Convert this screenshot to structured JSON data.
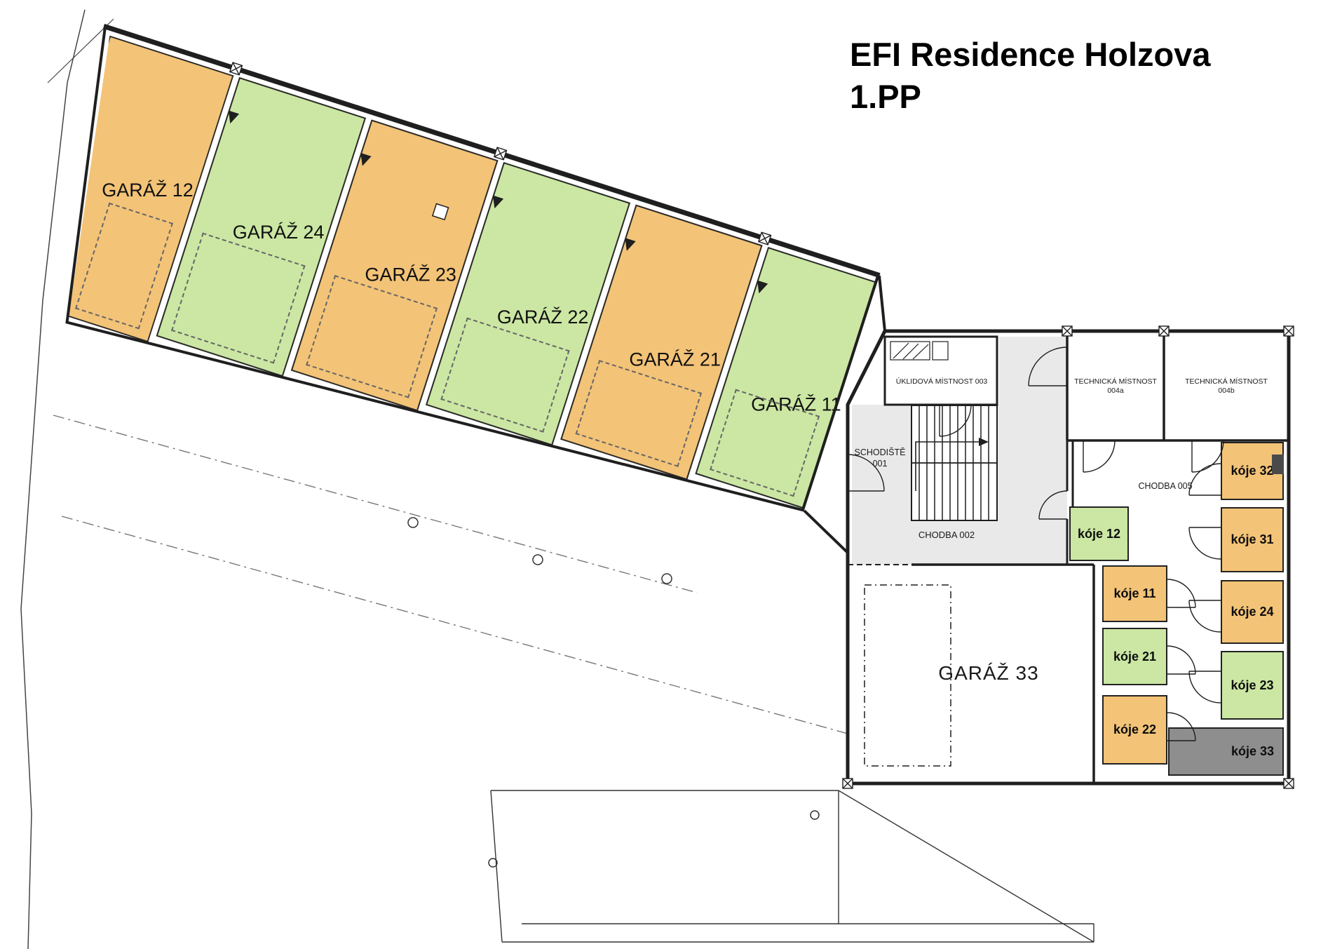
{
  "title": {
    "line1": "EFI Residence Holzova",
    "line2": "1.PP"
  },
  "legend_colors": {
    "orange": "#F3C377",
    "green": "#CBE7A3",
    "gray": "#8E8E8E",
    "corridor": "#E9E9E9"
  },
  "garages": [
    {
      "id": "garaz-12",
      "label": "GARÁŽ 12",
      "color": "orange"
    },
    {
      "id": "garaz-24",
      "label": "GARÁŽ 24",
      "color": "green"
    },
    {
      "id": "garaz-23",
      "label": "GARÁŽ 23",
      "color": "orange"
    },
    {
      "id": "garaz-22",
      "label": "GARÁŽ 22",
      "color": "green"
    },
    {
      "id": "garaz-21",
      "label": "GARÁŽ 21",
      "color": "orange"
    },
    {
      "id": "garaz-11",
      "label": "GARÁŽ 11",
      "color": "green"
    }
  ],
  "storage_units": [
    {
      "id": "koje-12",
      "label": "kóje 12",
      "color": "green"
    },
    {
      "id": "koje-11",
      "label": "kóje 11",
      "color": "orange"
    },
    {
      "id": "koje-21",
      "label": "kóje 21",
      "color": "green"
    },
    {
      "id": "koje-22",
      "label": "kóje 22",
      "color": "orange"
    },
    {
      "id": "koje-32",
      "label": "kóje 32",
      "color": "orange"
    },
    {
      "id": "koje-31",
      "label": "kóje 31",
      "color": "orange"
    },
    {
      "id": "koje-24",
      "label": "kóje 24",
      "color": "orange"
    },
    {
      "id": "koje-23",
      "label": "kóje 23",
      "color": "green"
    },
    {
      "id": "koje-33",
      "label": "kóje 33",
      "color": "gray"
    }
  ],
  "rooms": {
    "cleaning_room": {
      "label": "ÚKLIDOVÁ MÍSTNOST 003"
    },
    "technical_room_a": {
      "name": "TECHNICKÁ MÍSTNOST",
      "number": "004a"
    },
    "technical_room_b": {
      "name": "TECHNICKÁ MÍSTNOST",
      "number": "004b"
    },
    "staircase": {
      "name": "SCHODIŠTĚ",
      "number": "001"
    },
    "corridor_002": {
      "label": "CHODBA 002"
    },
    "corridor_005": {
      "label": "CHODBA 005"
    },
    "garage_33": {
      "label": "GARÁŽ  33"
    }
  }
}
